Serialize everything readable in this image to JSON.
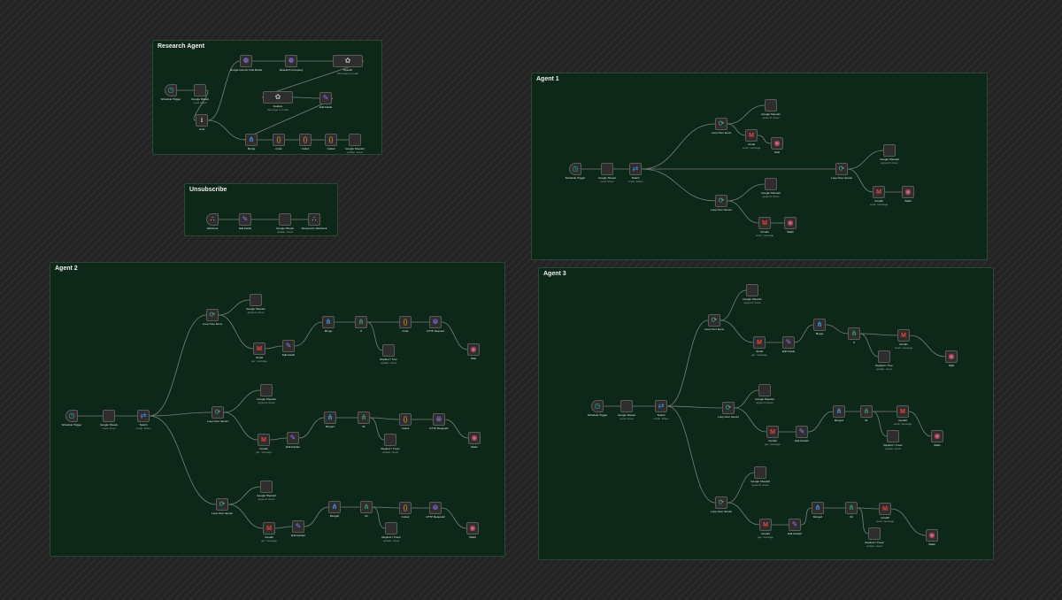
{
  "canvas": {
    "note_color": "#0d2819",
    "accent_trigger": "#e8663d"
  },
  "groups": [
    {
      "title": "Research Agent",
      "nodes": [
        {
          "label": "Schedule Trigger",
          "sub": ""
        },
        {
          "label": "Google Sheets",
          "sub": "read: sheet"
        },
        {
          "label": "Limit",
          "sub": ""
        },
        {
          "label": "Google Gemini Chat Model",
          "sub": ""
        },
        {
          "label": "Research Company",
          "sub": ""
        },
        {
          "label": "OpenAI",
          "sub": "Message a model"
        },
        {
          "label": "Analyze",
          "sub": "Message a model"
        },
        {
          "label": "Edit Fields",
          "sub": ""
        },
        {
          "label": "Merge",
          "sub": ""
        },
        {
          "label": "Code",
          "sub": ""
        },
        {
          "label": "Code1",
          "sub": ""
        },
        {
          "label": "Code2",
          "sub": ""
        },
        {
          "label": "Google Sheets1",
          "sub": "update: sheet"
        }
      ]
    },
    {
      "title": "Unsubscribe",
      "nodes": [
        {
          "label": "Webhook",
          "sub": ""
        },
        {
          "label": "Edit Fields",
          "sub": ""
        },
        {
          "label": "Google Sheets",
          "sub": "update: sheet"
        },
        {
          "label": "Respond to Webhook",
          "sub": ""
        }
      ]
    },
    {
      "title": "Agent 1",
      "nodes": [
        {
          "label": "Schedule Trigger",
          "sub": ""
        },
        {
          "label": "Google Sheets",
          "sub": "read: sheet"
        },
        {
          "label": "Switch",
          "sub": "mode: Rules"
        },
        {
          "label": "Loop Over Items",
          "sub": ""
        },
        {
          "label": "Google Sheets1",
          "sub": "append: sheet"
        },
        {
          "label": "Gmail",
          "sub": "send: message"
        },
        {
          "label": "Wait",
          "sub": ""
        },
        {
          "label": "Loop Over Items1",
          "sub": ""
        },
        {
          "label": "Google Sheets2",
          "sub": "append: sheet"
        },
        {
          "label": "Gmail1",
          "sub": "send: message"
        },
        {
          "label": "Wait1",
          "sub": ""
        },
        {
          "label": "Loop Over Items2",
          "sub": ""
        },
        {
          "label": "Google Sheets3",
          "sub": "append: sheet"
        },
        {
          "label": "Gmail2",
          "sub": "send: message"
        },
        {
          "label": "Wait2",
          "sub": ""
        }
      ]
    },
    {
      "title": "Agent 2",
      "nodes": [
        {
          "label": "Schedule Trigger",
          "sub": ""
        },
        {
          "label": "Google Sheets",
          "sub": "read: sheet"
        },
        {
          "label": "Switch",
          "sub": "mode: Rules"
        },
        {
          "label": "Loop Over Items",
          "sub": ""
        },
        {
          "label": "Google Sheets1",
          "sub": "append: sheet"
        },
        {
          "label": "Gmail",
          "sub": "get: message"
        },
        {
          "label": "Edit Fields",
          "sub": ""
        },
        {
          "label": "Merge",
          "sub": ""
        },
        {
          "label": "If",
          "sub": ""
        },
        {
          "label": "Code",
          "sub": ""
        },
        {
          "label": "HTTP Request",
          "sub": ""
        },
        {
          "label": "Replied = True",
          "sub": "update: sheet"
        },
        {
          "label": "Wait",
          "sub": ""
        },
        {
          "label": "Loop Over Items1",
          "sub": ""
        },
        {
          "label": "Google Sheets2",
          "sub": "append: sheet"
        },
        {
          "label": "Gmail1",
          "sub": "get: message"
        },
        {
          "label": "Edit Fields1",
          "sub": ""
        },
        {
          "label": "Merge1",
          "sub": ""
        },
        {
          "label": "If1",
          "sub": ""
        },
        {
          "label": "Code1",
          "sub": ""
        },
        {
          "label": "HTTP Request1",
          "sub": ""
        },
        {
          "label": "Replied = True1",
          "sub": "update: sheet"
        },
        {
          "label": "Wait1",
          "sub": ""
        },
        {
          "label": "Loop Over Items2",
          "sub": ""
        },
        {
          "label": "Google Sheets3",
          "sub": "append: sheet"
        },
        {
          "label": "Gmail2",
          "sub": "get: message"
        },
        {
          "label": "Edit Fields2",
          "sub": ""
        },
        {
          "label": "Merge2",
          "sub": ""
        },
        {
          "label": "If2",
          "sub": ""
        },
        {
          "label": "Code2",
          "sub": ""
        },
        {
          "label": "HTTP Request2",
          "sub": ""
        },
        {
          "label": "Replied = True2",
          "sub": "update: sheet"
        },
        {
          "label": "Wait2",
          "sub": ""
        }
      ]
    },
    {
      "title": "Agent 3",
      "nodes": [
        {
          "label": "Schedule Trigger",
          "sub": ""
        },
        {
          "label": "Google Sheets",
          "sub": "read: sheet"
        },
        {
          "label": "Switch",
          "sub": "mode: Rules"
        },
        {
          "label": "Loop Over Items",
          "sub": ""
        },
        {
          "label": "Google Sheets1",
          "sub": "append: sheet"
        },
        {
          "label": "Gmail",
          "sub": "get: message"
        },
        {
          "label": "Edit Fields",
          "sub": ""
        },
        {
          "label": "Merge",
          "sub": ""
        },
        {
          "label": "If",
          "sub": ""
        },
        {
          "label": "Gmail1",
          "sub": "send: message"
        },
        {
          "label": "Replied = True",
          "sub": "update: sheet"
        },
        {
          "label": "Wait",
          "sub": ""
        },
        {
          "label": "Loop Over Items1",
          "sub": ""
        },
        {
          "label": "Google Sheets2",
          "sub": "append: sheet"
        },
        {
          "label": "Gmail2",
          "sub": "get: message"
        },
        {
          "label": "Edit Fields1",
          "sub": ""
        },
        {
          "label": "Merge1",
          "sub": ""
        },
        {
          "label": "If1",
          "sub": ""
        },
        {
          "label": "Gmail3",
          "sub": "send: message"
        },
        {
          "label": "Replied = True1",
          "sub": "update: sheet"
        },
        {
          "label": "Wait1",
          "sub": ""
        },
        {
          "label": "Loop Over Items2",
          "sub": ""
        },
        {
          "label": "Google Sheets3",
          "sub": "append: sheet"
        },
        {
          "label": "Gmail4",
          "sub": "get: message"
        },
        {
          "label": "Edit Fields2",
          "sub": ""
        },
        {
          "label": "Merge2",
          "sub": ""
        },
        {
          "label": "If2",
          "sub": ""
        },
        {
          "label": "Gmail5",
          "sub": "send: message"
        },
        {
          "label": "Replied = True2",
          "sub": "update: sheet"
        },
        {
          "label": "Wait2",
          "sub": ""
        }
      ]
    }
  ]
}
